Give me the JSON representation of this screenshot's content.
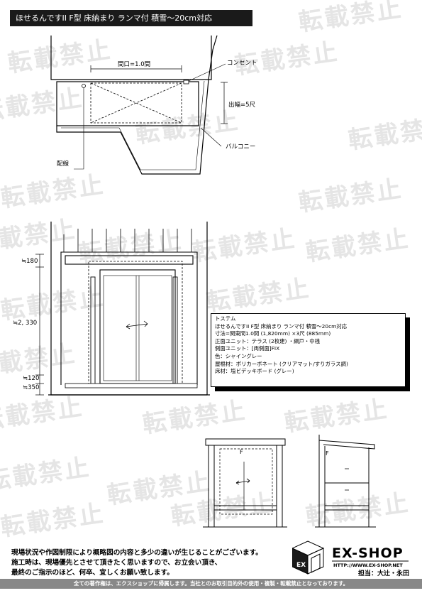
{
  "title": "ほせるんですII F型 床納まり ランマ付 積雪～20cm対応",
  "watermark_text": "転載禁止",
  "plan": {
    "frontage_label": "間口=1.0間",
    "depth_label": "出幅=5尺",
    "outlet_label": "コンセント",
    "balcony_label": "バルコニー",
    "wiring_label": "配線"
  },
  "elevation": {
    "dim_top": "≒180",
    "dim_middle": "≒2, 330",
    "dim_floor": "≒120",
    "dim_base": "≒350",
    "door_arrow": "←→"
  },
  "spec": {
    "lines": [
      "トステム",
      "ほせるんですII F型 床納まり ランマ付 積雪～20cm対応",
      "寸法=関東間1.0間 (1,820mm) ×3尺 (885mm)",
      "正面ユニット：テラス (2枚建) ・網戸・中桟",
      "側面ユニット：[両側面]FIX",
      "色：シャイングレー",
      "屋根材：ポリカーボネート (クリアマット/すりガラス調)",
      "床材：塩ビデッキボード (グレー)"
    ]
  },
  "small_views": {
    "front_label": "F",
    "side_label": "F",
    "front_arrow": "←→"
  },
  "notes": [
    "現場状況や作図制限により概略図の内容と多少の違いが生じることがございます。",
    "施工時は、現場優先とさせて頂きたく思いますので、お立会い頂き、",
    "最終のご指示のほど、何卒、宜しくお願い致します。"
  ],
  "brand": {
    "name": "EX-SHOP",
    "url": "HTTP://WWW.EX-SHOP.NET",
    "person": "担当：大辻・永田"
  },
  "copyright": "全ての著作権は、エクスショップに帰属します。当社とのお取引目的外の使用・複製・転載禁止となっております。"
}
